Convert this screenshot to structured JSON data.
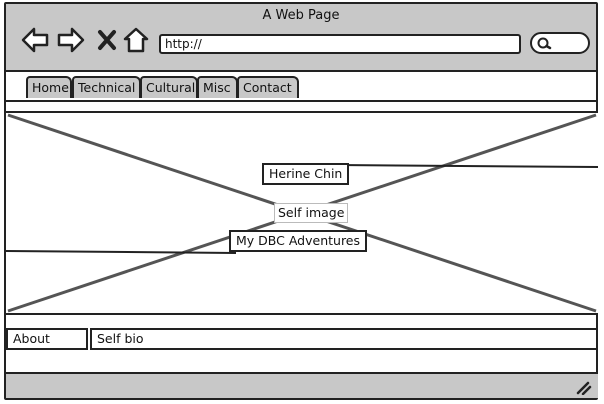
{
  "window": {
    "title": "A Web Page"
  },
  "browser": {
    "url": "http://",
    "icons": [
      "back-arrow-icon",
      "forward-arrow-icon",
      "close-x-icon",
      "home-icon",
      "search-icon",
      "resize-grip-icon"
    ]
  },
  "tabs": [
    {
      "label": "Home"
    },
    {
      "label": "Technical"
    },
    {
      "label": "Cultural"
    },
    {
      "label": "Misc"
    },
    {
      "label": "Contact"
    }
  ],
  "hero": {
    "name": "Herine Chin",
    "image_label": "Self image",
    "subtitle": "My DBC Adventures"
  },
  "about": {
    "label": "About",
    "bio": "Self bio"
  },
  "colors": {
    "chrome": "#c8c8c8",
    "stroke": "#222222",
    "placeholder": "#555555"
  }
}
